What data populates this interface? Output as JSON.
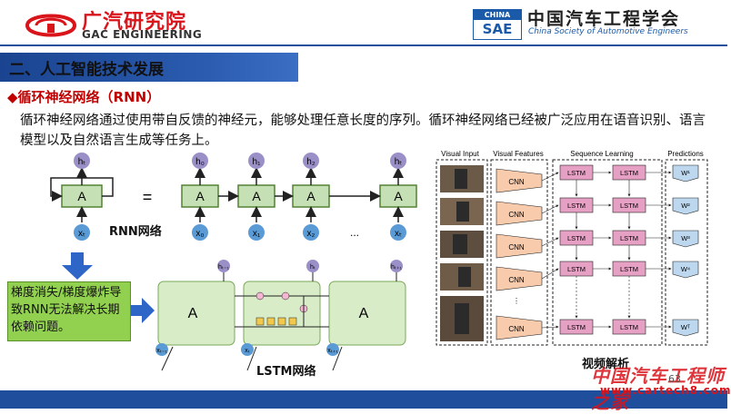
{
  "header": {
    "gac_name_cn": "广汽研究院",
    "gac_name_en": "GAC ENGINEERING",
    "sae_badge_top": "CHINA",
    "sae_badge_bottom": "SAE",
    "sae_name_cn": "中国汽车工程学会",
    "sae_name_en": "China Society of Automotive Engineers"
  },
  "section": {
    "title": "二、人工智能技术发展"
  },
  "subsection": {
    "title": "◆循环神经网络（RNN）"
  },
  "body": {
    "paragraph": "循环神经网络通过使用带自反馈的神经元，能够处理任意长度的序列。循环神经网络已经被广泛应用在语音识别、语言模型以及自然语言生成等任务上。"
  },
  "rnn_diagram": {
    "label": "RNN网络",
    "cell_label": "A",
    "equals": "=",
    "ellipsis": "...",
    "h_labels": [
      "hₜ",
      "h₀",
      "h₁",
      "h₂",
      "hₜ"
    ],
    "x_labels": [
      "xₜ",
      "x₀",
      "x₁",
      "x₂",
      "xₜ"
    ]
  },
  "problem": {
    "text": "梯度消失/梯度爆炸导致RNN无法解决长期依赖问题。"
  },
  "lstm_diagram": {
    "label": "LSTM网络",
    "cell_label": "A",
    "h_labels": [
      "hₜ₋₁",
      "hₜ",
      "hₜ₊₁"
    ],
    "x_labels": [
      "xₜ₋₁",
      "xₜ",
      "xₜ₊₁"
    ]
  },
  "video_diagram": {
    "label": "视频解析",
    "columns": [
      "Visual Input",
      "Visual Features",
      "Sequence Learning",
      "Predictions"
    ],
    "cnn_label": "CNN",
    "lstm_label": "LSTM",
    "predictions": [
      "W¹",
      "W²",
      "W³",
      "W⁴",
      "Wᵀ"
    ]
  },
  "footer": {
    "page_number": "63",
    "watermark_cn": "中国汽车工程师之家",
    "watermark_url": "www.cartech8.com"
  },
  "colors": {
    "brand_red": "#d9141b",
    "brand_blue": "#1f4e9c",
    "cell_green": "#c5e0b4",
    "cell_green_border": "#548235",
    "input_blue": "#5b9bd5",
    "output_purple": "#9b8fc8",
    "cnn_orange": "#f8cbad",
    "lstm_pink": "#e6a0c4"
  }
}
